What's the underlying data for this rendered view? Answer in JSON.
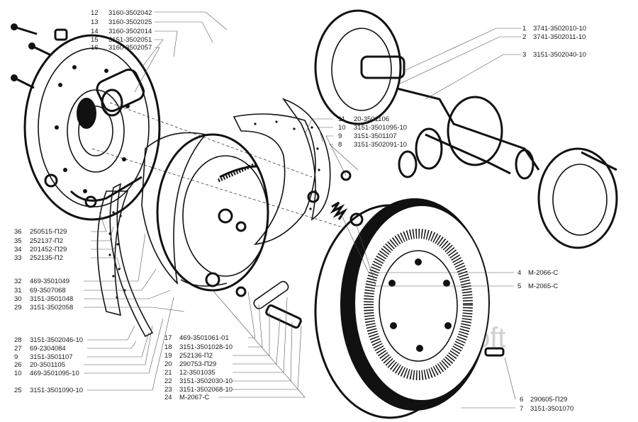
{
  "watermark": "AutoSoft",
  "callouts": [
    {
      "num": "12",
      "code": "3160-3502042"
    },
    {
      "num": "13",
      "code": "3160-3502025"
    },
    {
      "num": "14",
      "code": "3160-3502014"
    },
    {
      "num": "15",
      "code": "3151-3502051"
    },
    {
      "num": "16",
      "code": "3160-3502057"
    },
    {
      "num": "1",
      "code": "3741-3502010-10"
    },
    {
      "num": "2",
      "code": "3741-3502011-10"
    },
    {
      "num": "3",
      "code": "3151-3502040-10"
    },
    {
      "num": "11",
      "code": "20-3501106"
    },
    {
      "num": "10",
      "code": "3151-3501095-10"
    },
    {
      "num": "9",
      "code": "3151-3501107"
    },
    {
      "num": "8",
      "code": "3151-3502091-10"
    },
    {
      "num": "36",
      "code": "250515-П29"
    },
    {
      "num": "35",
      "code": "252137-П2"
    },
    {
      "num": "34",
      "code": "201452-П29"
    },
    {
      "num": "33",
      "code": "252135-П2"
    },
    {
      "num": "32",
      "code": "469-3501049"
    },
    {
      "num": "31",
      "code": "69-3507068"
    },
    {
      "num": "30",
      "code": "3151-3501048"
    },
    {
      "num": "29",
      "code": "3151-3502058"
    },
    {
      "num": "4",
      "code": "М-2066-С"
    },
    {
      "num": "5",
      "code": "М-2065-С"
    },
    {
      "num": "28",
      "code": "3151-3502046-10"
    },
    {
      "num": "27",
      "code": "69-2304084"
    },
    {
      "num": "9",
      "code": "3151-3501107"
    },
    {
      "num": "26",
      "code": "20-3501105"
    },
    {
      "num": "10",
      "code": "469-3501095-10"
    },
    {
      "num": "25",
      "code": "3151-3501090-10"
    },
    {
      "num": "17",
      "code": "469-3501061-01"
    },
    {
      "num": "18",
      "code": "3151-3501028-10"
    },
    {
      "num": "19",
      "code": "252136-П2"
    },
    {
      "num": "20",
      "code": "290753-П29"
    },
    {
      "num": "21",
      "code": "12-3501035"
    },
    {
      "num": "22",
      "code": "3151-3502030-10"
    },
    {
      "num": "23",
      "code": "3151-3502068-10"
    },
    {
      "num": "24",
      "code": "М-2067-С"
    },
    {
      "num": "6",
      "code": "290605-П29"
    },
    {
      "num": "7",
      "code": "3151-3501070"
    }
  ]
}
